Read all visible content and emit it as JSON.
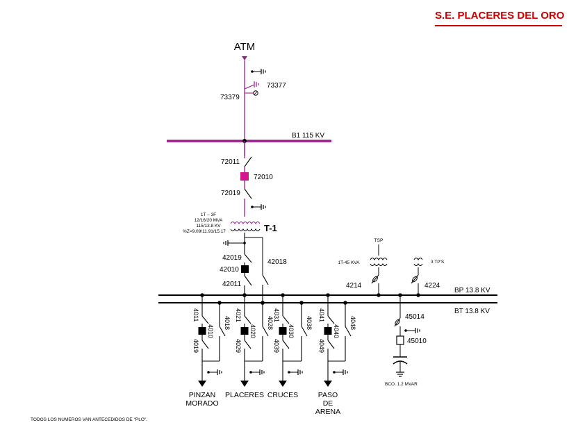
{
  "title": "S.E. PLACERES DEL ORO",
  "source": "ATM",
  "switches": {
    "s73377": "73377",
    "s73379": "73379",
    "s72011": "72011",
    "s72010": "72010",
    "s72019": "72019",
    "s42019": "42019",
    "s42010": "42010",
    "s42011": "42011",
    "s42018": "42018",
    "s4214": "4214",
    "s4224": "4224",
    "s45014": "45014",
    "s45010": "45010"
  },
  "bus_115": "B1   115 KV",
  "bus_bp": "BP   13.8 KV",
  "bus_bt": "BT   13.8 KV",
  "transformer": {
    "name": "T-1",
    "spec1": "1T – 3F",
    "spec2": "12/16/20 MVA",
    "spec3": "115/13.8 KV",
    "spec4": "%Z=9.09/11.91/15.17"
  },
  "tsp": {
    "label": "TSP",
    "kva": "1T-45 KVA"
  },
  "tps": "3 TP'S",
  "capacitor": "BCO. 1.2 MVAR",
  "feeders": [
    {
      "name_lines": [
        "PINZAN",
        "MORADO"
      ],
      "s1": "4011",
      "s2": "4010",
      "s3": "4019",
      "s4": "4018"
    },
    {
      "name_lines": [
        "PLACERES"
      ],
      "s1": "4021",
      "s2": "4020",
      "s3": "4029",
      "s4": "4028"
    },
    {
      "name_lines": [
        "CRUCES"
      ],
      "s1": "4031",
      "s2": "4030",
      "s3": "4039",
      "s4": "4038"
    },
    {
      "name_lines": [
        "PASO",
        "DE",
        "ARENA"
      ],
      "s1": "4041",
      "s2": "4040",
      "s3": "4049",
      "s4": "4048"
    }
  ],
  "footnote": "TODOS LOS NUMEROS VAN ANTECEDIDOS DE \"PLO\".",
  "colors": {
    "hv": "#9b1d8f",
    "breaker_hv": "#d4148c",
    "title": "#cc0000"
  }
}
